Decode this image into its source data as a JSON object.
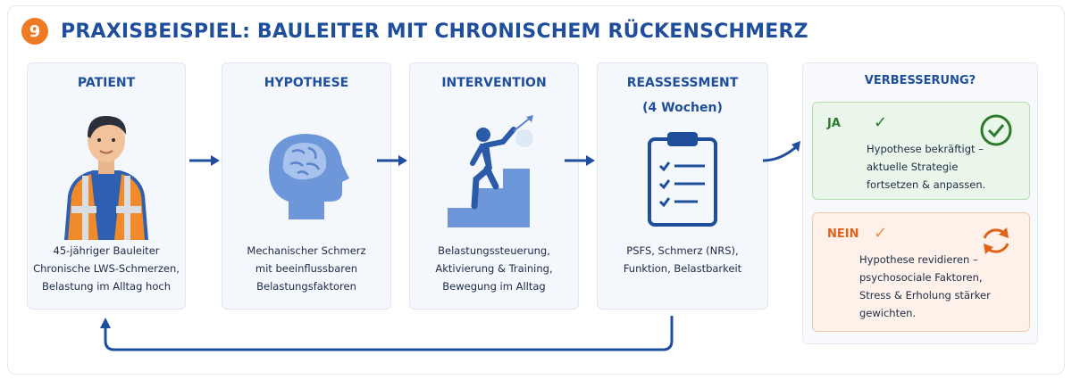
{
  "header": {
    "number": "9",
    "title": "PRAXISBEISPIEL: BAULEITER MIT CHRONISCHEM RÜCKENSCHMERZ"
  },
  "steps": [
    {
      "title": "PATIENT",
      "lines": [
        "45-jähriger Bauleiter",
        "Chronische LWS-Schmerzen,",
        "Belastung im Alltag hoch"
      ]
    },
    {
      "title": "HYPOTHESE",
      "lines": [
        "Mechanischer Schmerz",
        "mit beeinflussbaren",
        "Belastungsfaktoren"
      ]
    },
    {
      "title": "INTERVENTION",
      "lines": [
        "Belastungssteuerung,",
        "Aktivierung & Training,",
        "Bewegung im Alltag"
      ]
    },
    {
      "title": "REASSESSMENT",
      "subtitle": "(4 Wochen)",
      "lines": [
        "PSFS, Schmerz (NRS),",
        "Funktion, Belastbarkeit"
      ]
    }
  ],
  "outcome": {
    "title": "VERBESSERUNG?",
    "yes": {
      "label": "JA",
      "check": "✓",
      "lines": [
        "Hypothese bekräftigt –",
        "aktuelle Strategie",
        "fortsetzen & anpassen."
      ]
    },
    "no": {
      "label": "NEIN",
      "check": "✓",
      "lines": [
        "Hypothese revidieren –",
        "psychosociale Faktoren,",
        "Stress & Erholung stärker",
        "gewichten."
      ]
    }
  },
  "colors": {
    "accent": "#1f4f9c",
    "badge": "#f07a23",
    "yes": "#2d7a2e",
    "no": "#e0621b"
  },
  "icons": [
    "worker-icon",
    "brain-head-icon",
    "climbing-stairs-icon",
    "clipboard-checklist-icon",
    "check-circle-icon",
    "refresh-cycle-icon"
  ]
}
